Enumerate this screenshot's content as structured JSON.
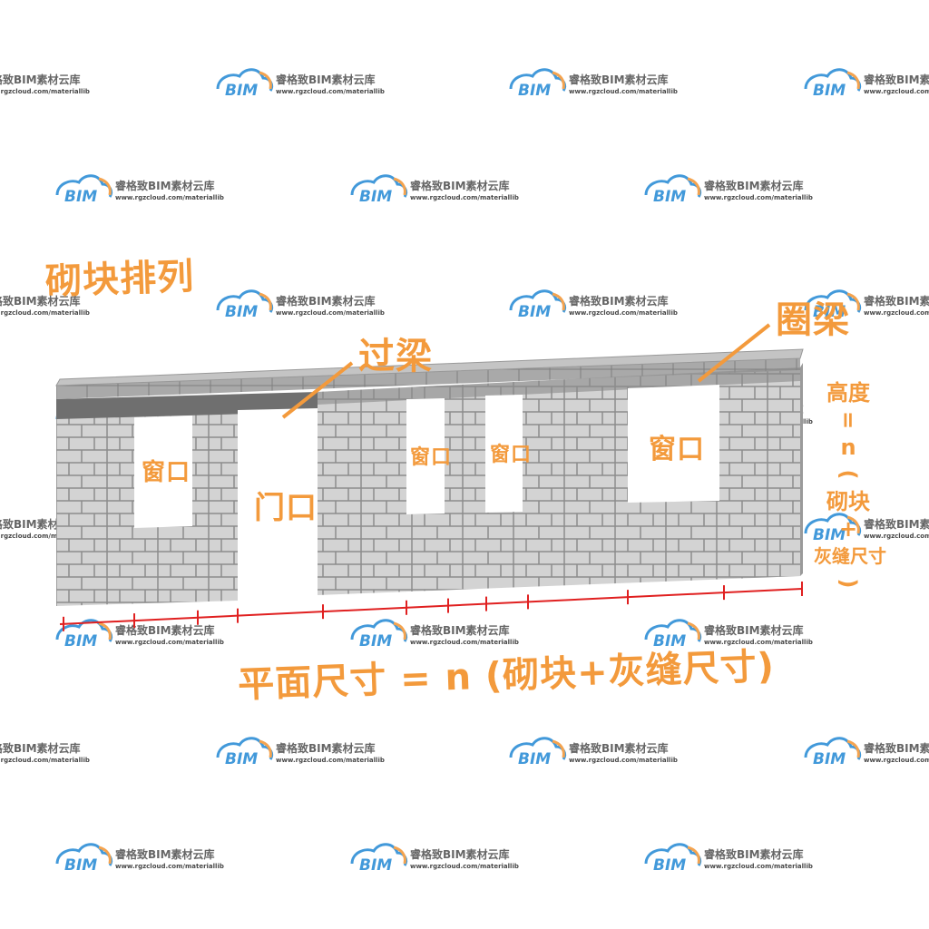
{
  "title": "砌块排列",
  "labels": {
    "lintel": "过梁",
    "ring_beam": "圈梁",
    "window": "窗口",
    "door": "门口"
  },
  "height_formula": [
    "高度",
    "=",
    "n",
    "(",
    "砌块",
    "+",
    "灰缝尺寸",
    ")"
  ],
  "plan_formula": "平面尺寸 = n (砌块+灰缝尺寸)",
  "watermark": {
    "logo_text": "BIM",
    "brand": "睿格致BIM素材云库",
    "url": "www.rgzcloud.com/materiallib"
  },
  "colors": {
    "annotation": "#f39a3c",
    "dimension_line": "#e02020",
    "block": "#cfcfcf",
    "mortar": "#8c8c8c",
    "beam": "#6f6f6f",
    "watermark_logo": "#2e8fd6"
  },
  "icons": {
    "watermark": "cloud-bim-logo-icon"
  }
}
